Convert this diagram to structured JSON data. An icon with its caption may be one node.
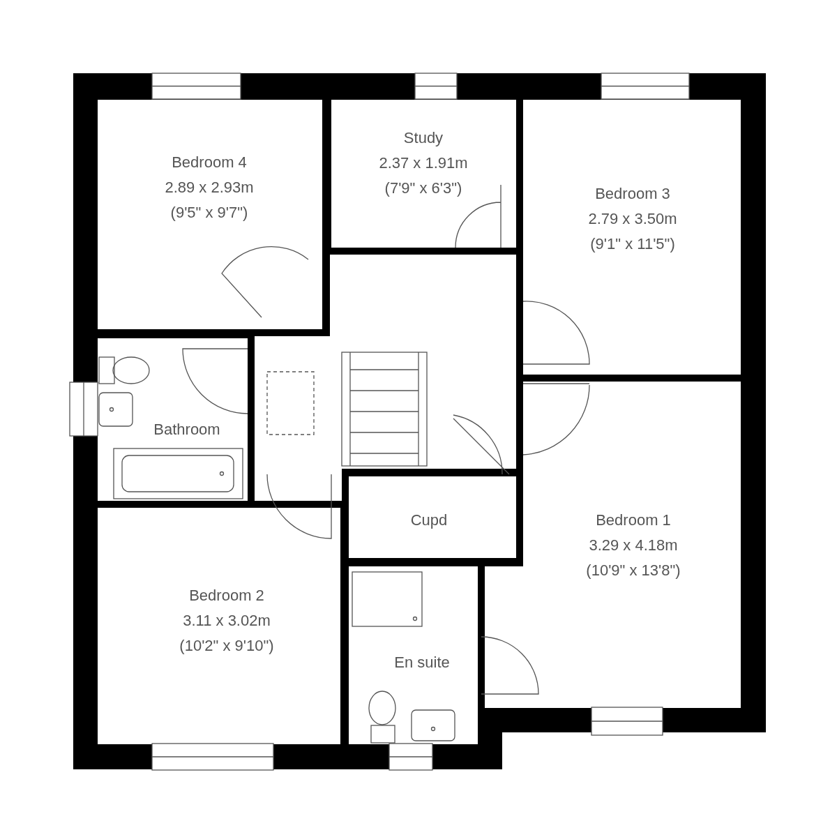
{
  "diagram": {
    "nodes": [
      {
        "text": [
          "Bedroom 4",
          "2.89 x 2.93m",
          "(9'5\" x 9'7\")"
        ]
      },
      {
        "text": [
          "Study",
          "2.37 x 1.91m",
          "(7'9\" x 6'3\")"
        ]
      },
      {
        "text": [
          "Bedroom 3",
          "2.79 x 3.50m",
          "(9'1\" x 11'5\")"
        ]
      },
      {
        "text": [
          "Bathroom"
        ]
      },
      {
        "text": [
          "Cupd"
        ]
      },
      {
        "text": [
          "Bedroom 1",
          "3.29 x 4.18m",
          "(10'9\" x 13'8\")"
        ]
      },
      {
        "text": [
          "Bedroom 2",
          "3.11 x 3.02m",
          "(10'2\" x 9'10\")"
        ]
      },
      {
        "text": [
          "En suite"
        ]
      }
    ]
  }
}
